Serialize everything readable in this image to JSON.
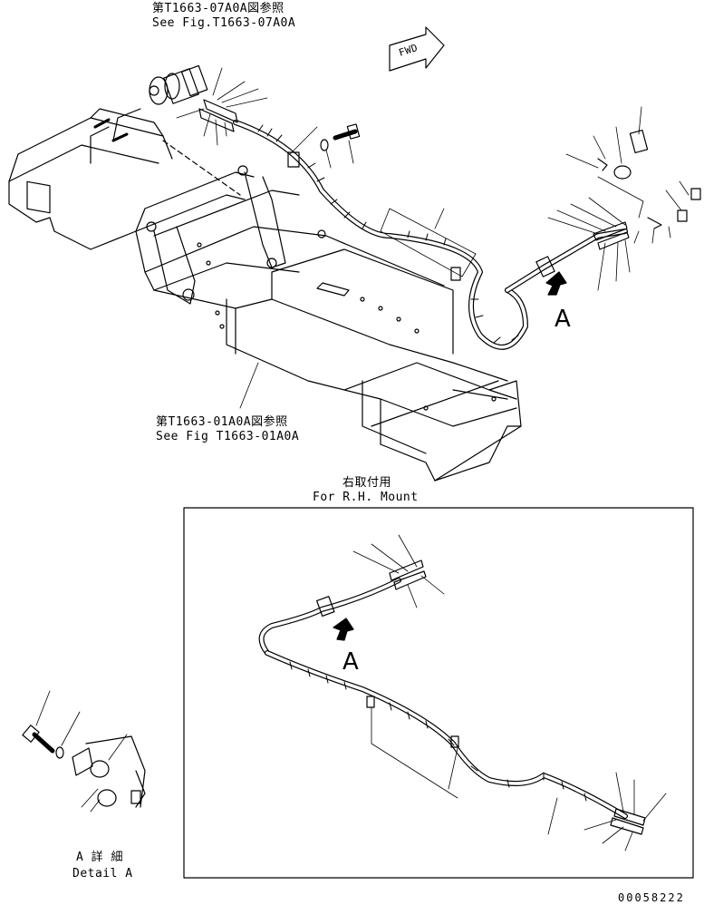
{
  "references": {
    "top": {
      "jp": "第T1663-07A0A図参照",
      "en": "See Fig.T1663-07A0A"
    },
    "frame": {
      "jp": "第T1663-01A0A図参照",
      "en": "See Fig T1663-01A0A"
    }
  },
  "fwd_label": "FWD",
  "view_marker": "A",
  "inset": {
    "jp": "右取付用",
    "en": "For R.H. Mount"
  },
  "detail": {
    "jp": "A 詳 細",
    "en": "Detail A"
  },
  "drawing_number": "00058222"
}
